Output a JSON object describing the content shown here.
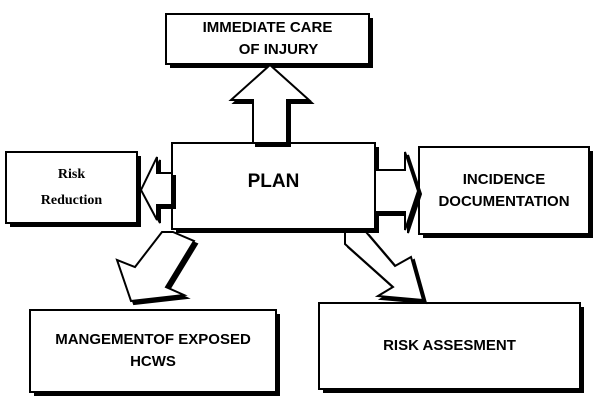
{
  "diagram": {
    "center": {
      "label": "PLAN"
    },
    "nodes": {
      "immediate_care": {
        "lines": [
          "IMMEDIATE CARE",
          "OF INJURY"
        ]
      },
      "risk_reduction": {
        "lines": [
          "Risk",
          "Reduction"
        ]
      },
      "incidence_documentation": {
        "lines": [
          "INCIDENCE",
          "DOCUMENTATION"
        ]
      },
      "management_exposed": {
        "lines": [
          "MANGEMENTOF EXPOSED",
          "HCWS"
        ]
      },
      "risk_assessment": {
        "label": "RISK ASSESMENT"
      }
    },
    "colors": {
      "stroke": "#000000",
      "fill": "#ffffff",
      "shadow": "#000000"
    }
  }
}
